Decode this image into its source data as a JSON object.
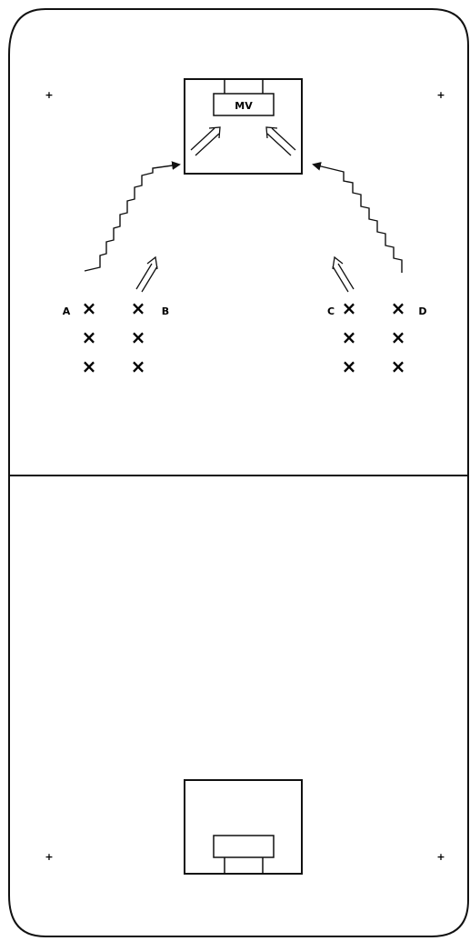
{
  "diagram": {
    "goal_box_label": "MV",
    "row_labels": {
      "a": "A",
      "b": "B",
      "c": "C",
      "d": "D"
    },
    "player_symbol": "×",
    "players_per_row": 3,
    "corner_mark_symbol": "+"
  }
}
